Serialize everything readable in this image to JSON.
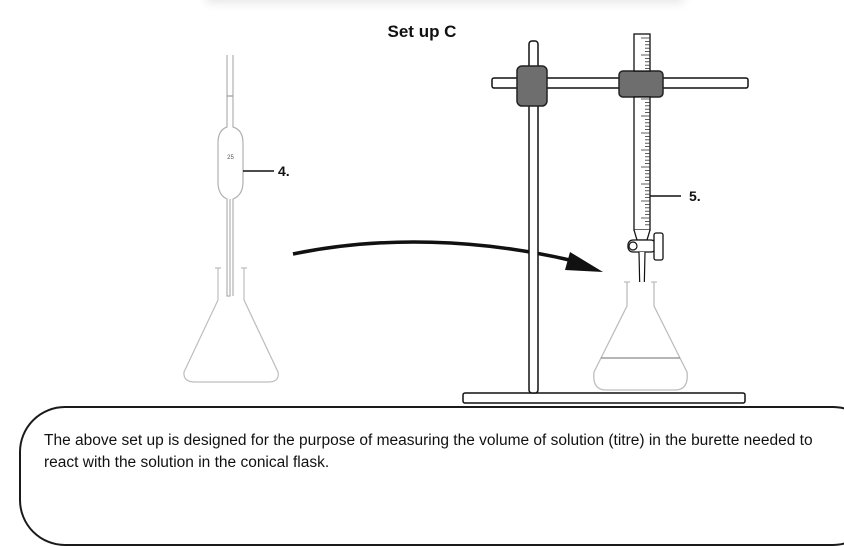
{
  "diagram": {
    "title": "Set up C",
    "labels": {
      "pipette": "4.",
      "burette": "5."
    },
    "pipette_volume_mark": "25"
  },
  "caption": {
    "text": "The above set up is designed for the purpose of measuring the volume of solution (titre) in the burette needed to react with the solution in the conical flask."
  },
  "colors": {
    "clamp": "#6e6e6e",
    "outline": "#111111",
    "glass": "#b5b5b5"
  }
}
